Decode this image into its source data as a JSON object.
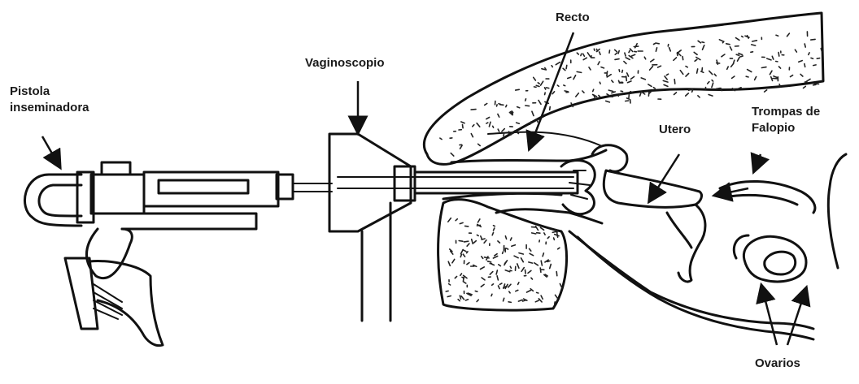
{
  "labels": {
    "pistola_line1": "Pistola",
    "pistola_line2": "inseminadora",
    "vaginoscopio": "Vaginoscopio",
    "recto": "Recto",
    "utero": "Utero",
    "trompas_line1": "Trompas de",
    "trompas_line2": "Falopio",
    "ovarios": "Ovarios"
  }
}
